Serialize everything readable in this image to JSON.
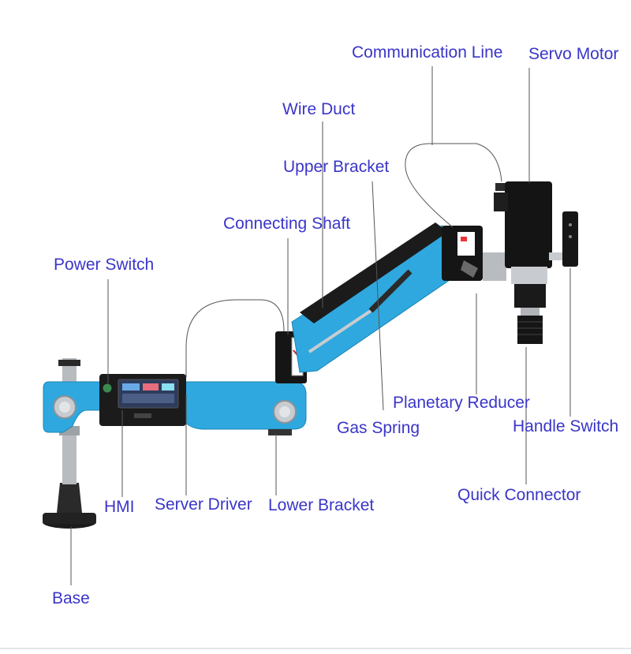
{
  "colors": {
    "label": "#3a35c8",
    "arm_blue": "#2fa8df",
    "arm_dark": "#1a1a1a",
    "metal": "#b8bcc0"
  },
  "labels": {
    "communication_line": "Communication Line",
    "servo_motor": "Servo Motor",
    "wire_duct": "Wire Duct",
    "upper_bracket": "Upper Bracket",
    "connecting_shaft": "Connecting Shaft",
    "power_switch": "Power Switch",
    "planetary_reducer": "Planetary Reducer",
    "gas_spring": "Gas Spring",
    "handle_switch": "Handle Switch",
    "quick_connector": "Quick Connector",
    "hmi": "HMI",
    "server_driver": "Server Driver",
    "lower_bracket": "Lower Bracket",
    "base": "Base"
  }
}
